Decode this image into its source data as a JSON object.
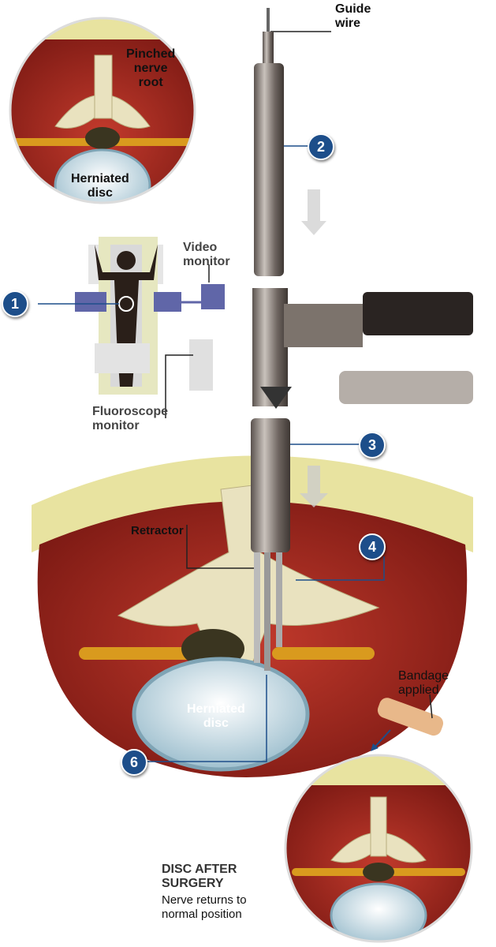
{
  "labels": {
    "guide_wire": [
      "Guide",
      "wire"
    ],
    "pinched_nerve_root": [
      "Pinched",
      "nerve",
      "root"
    ],
    "herniated_disc_top": [
      "Herniated",
      "disc"
    ],
    "video_monitor": [
      "Video",
      "monitor"
    ],
    "fluoroscope_monitor": [
      "Fluoroscope",
      "monitor"
    ],
    "retractor": "Retractor",
    "herniated_disc_main": [
      "Herniated",
      "disc"
    ],
    "bandage_applied": [
      "Bandage",
      "applied"
    ],
    "after_title": [
      "DISC AFTER",
      "SURGERY"
    ],
    "after_caption": [
      "Nerve returns to",
      "normal position"
    ]
  },
  "steps": [
    "1",
    "2",
    "3",
    "4",
    "6"
  ],
  "colors": {
    "badge": "#1d4e8a",
    "muscle": "#a8281f",
    "fat": "#e8e3a0",
    "disc": "#dfe9ee",
    "nerve": "#d99a1e",
    "bone": "#e9e2bf",
    "steel": "#7a716c"
  }
}
